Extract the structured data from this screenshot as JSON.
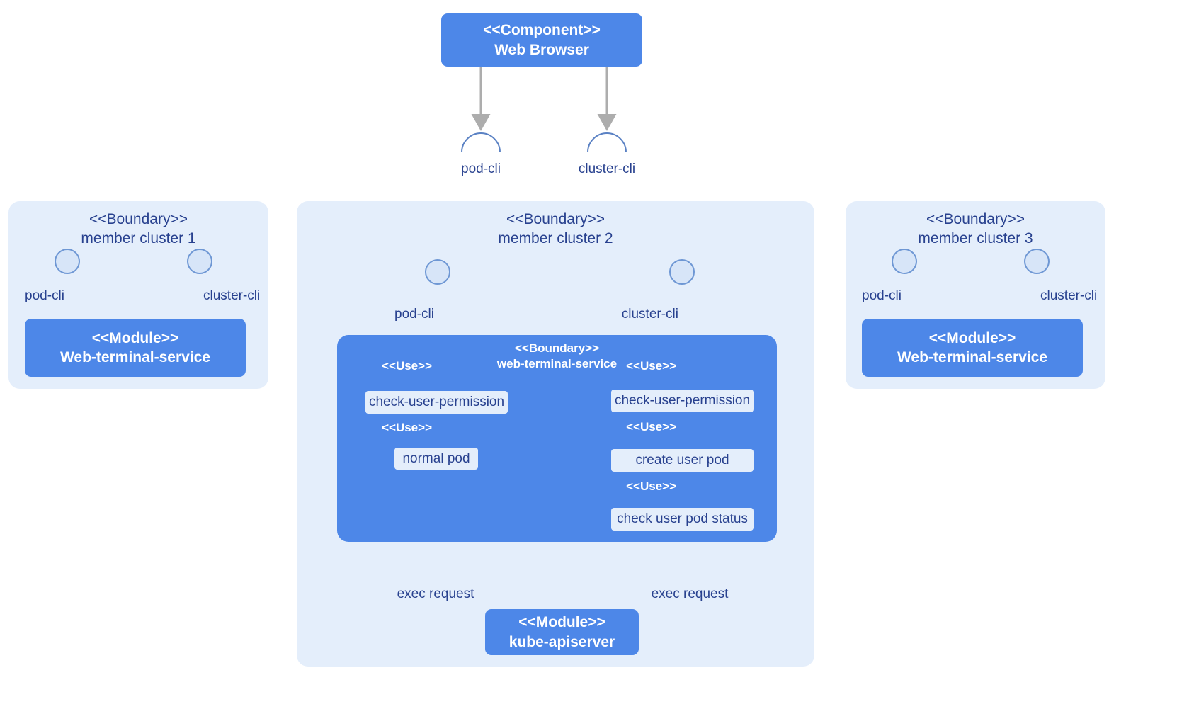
{
  "diagram": {
    "title_absent": true,
    "colors": {
      "module_fill": "#4d87e8",
      "boundary_fill": "#e4eefb",
      "step_fill": "#e4eefb",
      "text_dark": "#28418f",
      "text_light": "#ffffff",
      "connector": "#5a5a5a",
      "arrow_gray": "#adadad",
      "socket_stroke": "#6e97d4"
    },
    "stereotypes": {
      "component": "<<Component>>",
      "boundary": "<<Boundary>>",
      "module": "<<Module>>",
      "use": "<<Use>>"
    }
  },
  "web_browser": {
    "stereotype": "<<Component>>",
    "name": "Web Browser"
  },
  "browser_sockets": [
    {
      "label": "pod-cli"
    },
    {
      "label": "cluster-cli"
    }
  ],
  "cluster1": {
    "stereotype": "<<Boundary>>",
    "name": "member cluster 1",
    "interfaces": [
      {
        "label": "pod-cli"
      },
      {
        "label": "cluster-cli"
      }
    ],
    "module": {
      "stereotype": "<<Module>>",
      "name": "Web-terminal-service"
    }
  },
  "cluster2": {
    "stereotype": "<<Boundary>>",
    "name": "member cluster 2",
    "interfaces": [
      {
        "label": "pod-cli"
      },
      {
        "label": "cluster-cli"
      }
    ],
    "service": {
      "stereotype": "<<Boundary>>",
      "name": "web-terminal-service"
    },
    "left_flow": {
      "use_labels": [
        "<<Use>>",
        "<<Use>>"
      ],
      "steps": [
        {
          "label": "check-user-permission"
        },
        {
          "label": "normal pod"
        }
      ],
      "exit_label": "exec request"
    },
    "right_flow": {
      "use_labels": [
        "<<Use>>",
        "<<Use>>",
        "<<Use>>"
      ],
      "steps": [
        {
          "label": "check-user-permission"
        },
        {
          "label": "create user pod"
        },
        {
          "label": "check user pod status"
        }
      ],
      "exit_label": "exec request"
    },
    "apiserver": {
      "stereotype": "<<Module>>",
      "name": "kube-apiserver"
    }
  },
  "cluster3": {
    "stereotype": "<<Boundary>>",
    "name": "member cluster 3",
    "interfaces": [
      {
        "label": "pod-cli"
      },
      {
        "label": "cluster-cli"
      }
    ],
    "module": {
      "stereotype": "<<Module>>",
      "name": "Web-terminal-service"
    }
  }
}
